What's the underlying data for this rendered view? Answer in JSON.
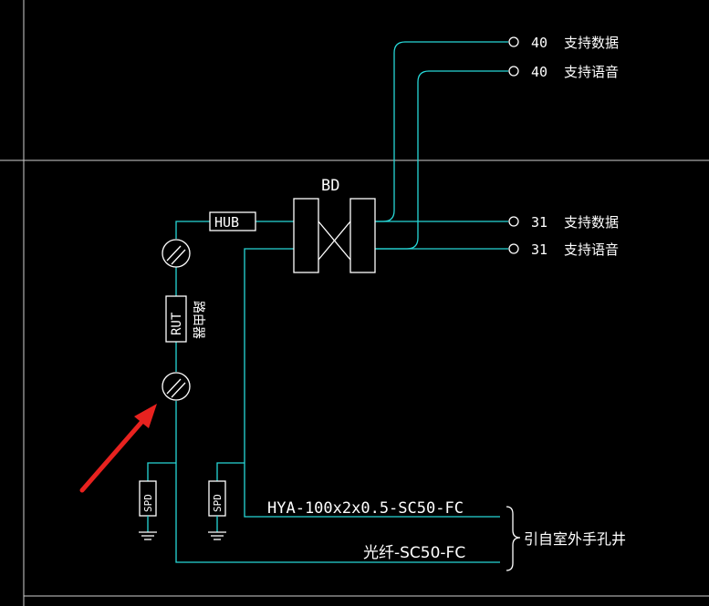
{
  "diagram": {
    "bd_label": "BD",
    "hub_label": "HUB",
    "rut_label": "RUT",
    "router_label": "路由器",
    "spd_left_label": "SPD",
    "spd_right_label": "SPD",
    "outlets": [
      {
        "count": "40",
        "desc": "支持数据"
      },
      {
        "count": "40",
        "desc": "支持语音"
      },
      {
        "count": "31",
        "desc": "支持数据"
      },
      {
        "count": "31",
        "desc": "支持语音"
      }
    ],
    "cable_copper": "HYA-100x2x0.5-SC50-FC",
    "cable_fiber": "光纤-SC50-FC",
    "entry_note": "引自室外手孔井"
  },
  "colors": {
    "background": "#000000",
    "wire": "#27d7d7",
    "symbol": "#ffffff",
    "arrow": "#e8221f"
  }
}
